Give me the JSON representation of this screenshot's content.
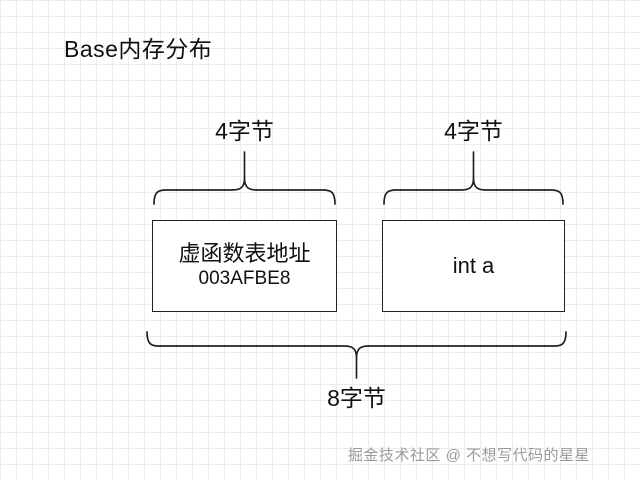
{
  "title": "Base内存分布",
  "annotations": {
    "left_size_label": "4字节",
    "right_size_label": "4字节",
    "total_size_label": "8字节"
  },
  "boxes": {
    "left": {
      "line1": "虚函数表地址",
      "line2": "003AFBE8"
    },
    "right": {
      "label": "int a"
    }
  },
  "watermark": "掘金技术社区 @ 不想写代码的星星",
  "colors": {
    "ink": "#222222",
    "grid_line": "#ececec",
    "background": "#ffffff",
    "watermark_text": "#9a9a9a"
  }
}
